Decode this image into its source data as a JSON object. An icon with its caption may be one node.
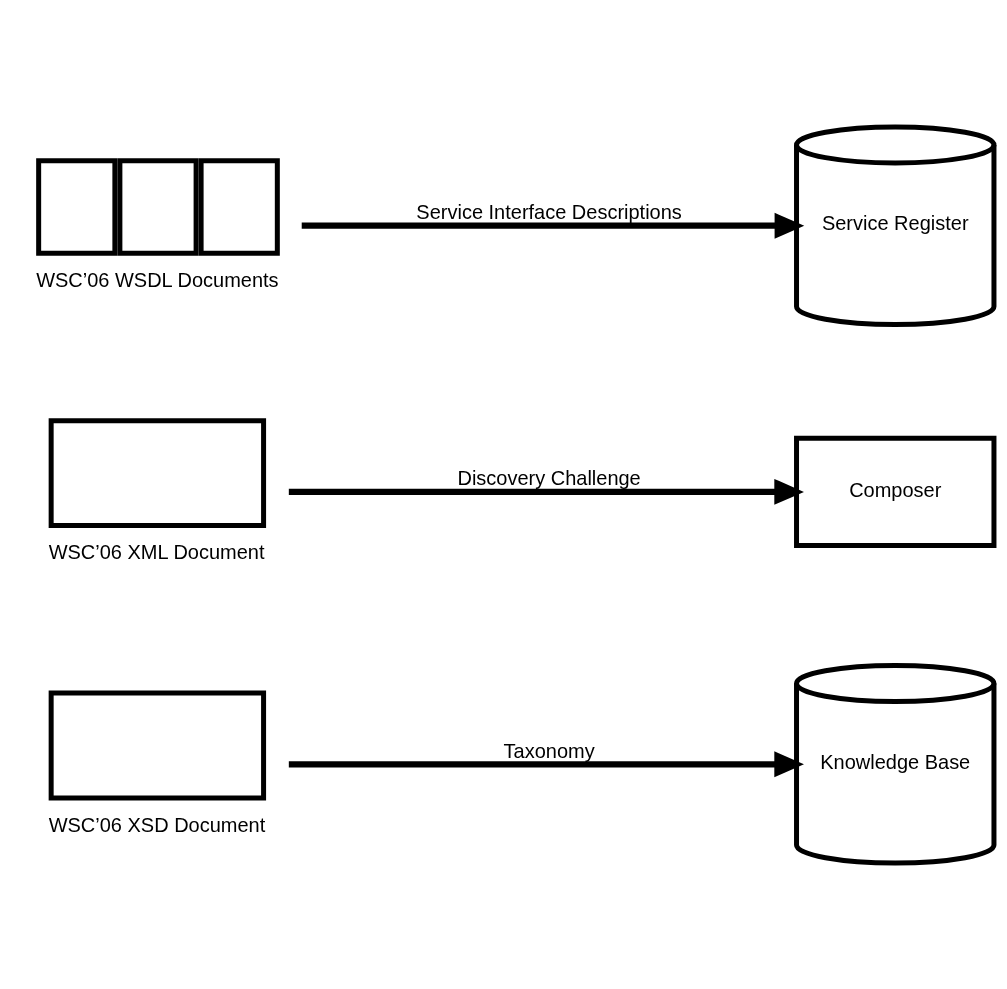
{
  "diagram": {
    "nodes": [
      {
        "text": [
          "WSC’06 XSD Document"
        ]
      },
      {
        "text": [
          "Knowledge Base"
        ]
      },
      {
        "text": [
          "WSC’06 XML Document"
        ]
      },
      {
        "text": [
          "Composer"
        ]
      },
      {
        "text": [
          "WSC’06 WSDL Documents"
        ]
      },
      {
        "text": [
          "Service Register"
        ]
      }
    ],
    "edges": [
      {
        "from": 0,
        "to": 1,
        "arrow": "to",
        "label": "Taxonomy"
      },
      {
        "from": 2,
        "to": 3,
        "arrow": "to",
        "label": "Discovery Challenge"
      },
      {
        "from": 4,
        "to": 5,
        "arrow": "to",
        "label": "Service Interface Descriptions"
      }
    ]
  }
}
